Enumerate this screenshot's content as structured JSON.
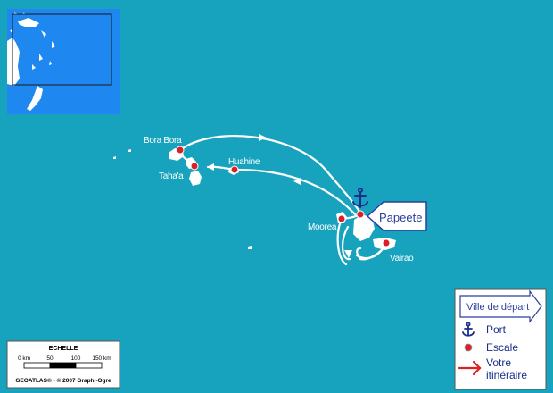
{
  "labels": {
    "bora_bora": "Bora Bora",
    "tahaa": "Taha'a",
    "huahine": "Huahine",
    "moorea": "Moorea",
    "vairao": "Vairao",
    "papeete": "Papeete"
  },
  "legend": {
    "departure": "Ville de départ",
    "port": "Port",
    "stop": "Escale",
    "route_line1": "Votre",
    "route_line2": "itinéraire"
  },
  "scale": {
    "title": "ECHELLE",
    "ticks": [
      "0 km",
      "50",
      "100",
      "150 km"
    ],
    "credit": "GEOATLAS® - © 2007 Graphi-Ogre"
  },
  "colors": {
    "ocean": "#17a3bd",
    "inset_ocean": "#1e88f0",
    "route": "#ffffff",
    "stop_marker": "#d8202a",
    "port_anchor": "#1a2d8a",
    "departure_box": "#2b3f9c",
    "legend_route": "#e02020"
  },
  "icons": [
    "anchor-icon",
    "stop-marker-icon",
    "route-arrow-icon",
    "departure-arrow-icon"
  ]
}
